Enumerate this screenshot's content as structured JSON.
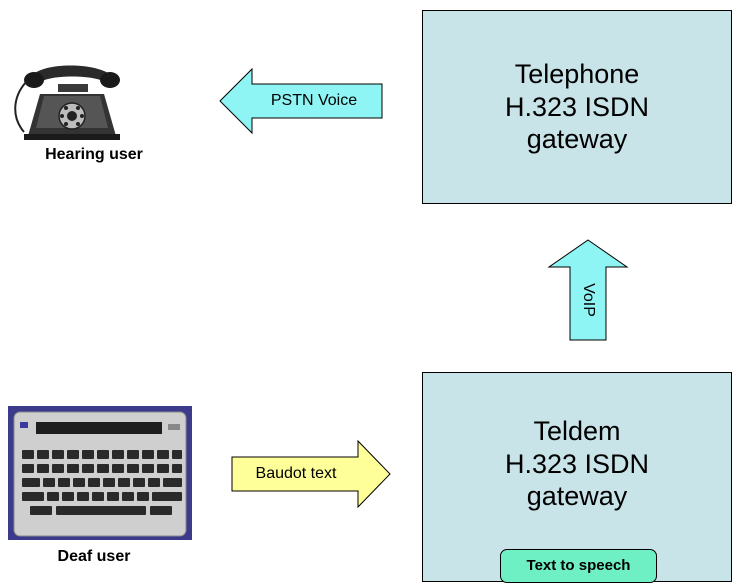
{
  "boxes": {
    "telephone": {
      "lines": [
        "Telephone",
        "H.323 ISDN",
        "gateway"
      ]
    },
    "teldem": {
      "lines": [
        "Teldem",
        "H.323 ISDN",
        "gateway"
      ],
      "badge": "Text to speech"
    }
  },
  "arrows": {
    "pstn": "PSTN Voice",
    "baudot": "Baudot text",
    "voip": "VoIP"
  },
  "users": {
    "hearing": "Hearing user",
    "deaf": "Deaf user"
  },
  "colors": {
    "gateway_fill": "#c8e4e8",
    "pstn_arrow": "#8ff4f4",
    "baudot_arrow": "#ffff99",
    "voip_arrow": "#8ff4f4",
    "badge_fill": "#6ef0c4"
  },
  "icons": {
    "hearing_user": "rotary-telephone-icon",
    "deaf_user": "tty-keyboard-device-icon"
  }
}
